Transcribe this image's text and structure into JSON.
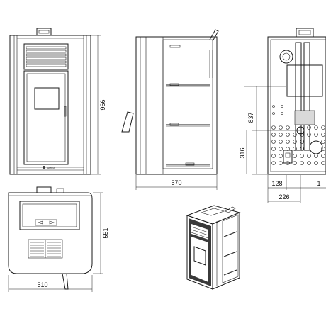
{
  "dimensions": {
    "height_total": "966",
    "height_outlet": "837",
    "height_inlet": "316",
    "depth": "570",
    "width": "510",
    "top_depth": "551",
    "offset_left": "128",
    "offset_mid": "226",
    "offset_right_partial": "1"
  },
  "brand_logo_text": "MAREA",
  "colors": {
    "line": "#1a1a1a",
    "panel_fill": "#d9d9d9",
    "background": "#ffffff"
  }
}
